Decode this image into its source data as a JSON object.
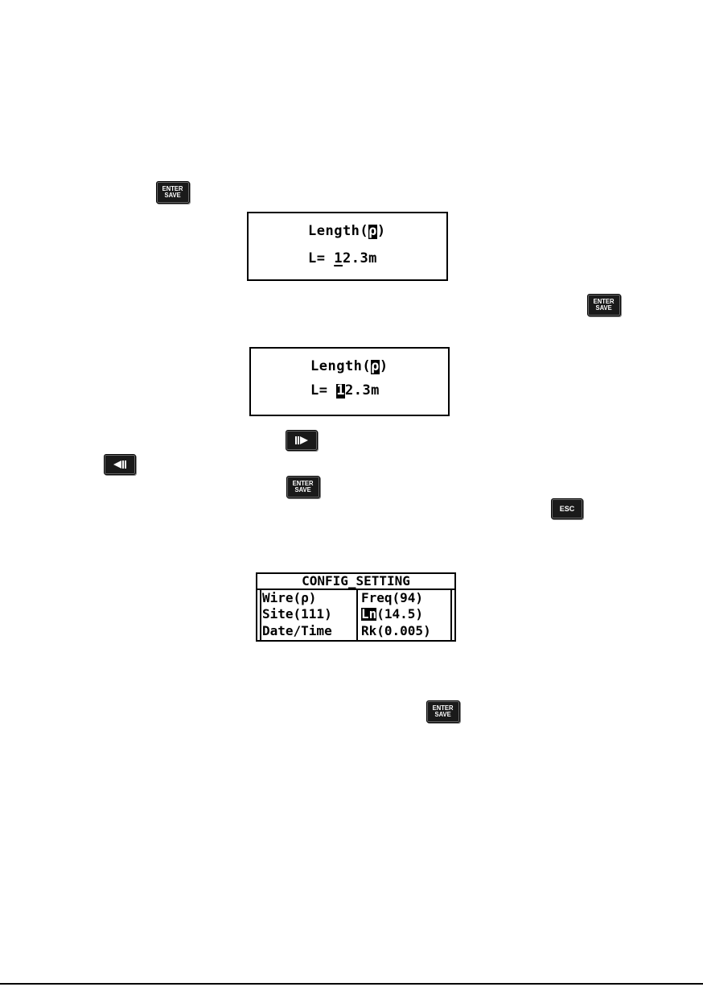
{
  "keys": {
    "enter_line1": "ENTER",
    "enter_line2": "SAVE",
    "esc": "ESC"
  },
  "screen1": {
    "title_prefix": "Length(",
    "title_marker": "ρ",
    "title_suffix": ")",
    "value_prefix": "L= ",
    "cursor_digit": "1",
    "value_suffix": "2.3m"
  },
  "screen2": {
    "title_prefix": "Length(",
    "title_marker": "ρ",
    "title_suffix": ")",
    "value_prefix": "L= ",
    "cursor_digit": "1",
    "value_suffix": "2.3m"
  },
  "config": {
    "title": "CONFIG_SETTING",
    "left": [
      "Wire(ρ)",
      "Site(111)",
      "Date/Time"
    ],
    "right_1": "Freq(94)",
    "right_2_highlight": "Ln",
    "right_2_rest": "(14.5)",
    "right_3": "Rk(0.005)"
  }
}
